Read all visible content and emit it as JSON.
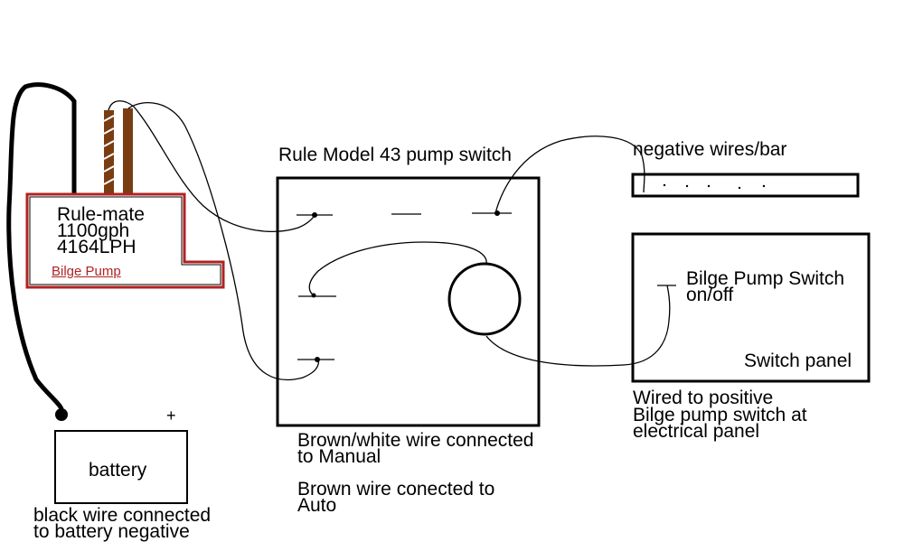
{
  "pump": {
    "model": "Rule-mate",
    "gph": "1100gph",
    "lph": "4164LPH",
    "name": "Bilge Pump"
  },
  "switch": {
    "title": "Rule Model 43 pump switch",
    "note_manual_1": "Brown/white wire connected",
    "note_manual_2": "to Manual",
    "note_auto_1": "Brown wire conected to",
    "note_auto_2": "Auto"
  },
  "negative_bar": {
    "label": "negative wires/bar"
  },
  "panel": {
    "switch_label_1": "Bilge Pump Switch",
    "switch_label_2": "on/off",
    "name": "Switch panel",
    "note_1": "Wired to positive",
    "note_2": "Bilge pump switch at",
    "note_3": "electrical panel"
  },
  "battery": {
    "label": "battery",
    "plus": "+",
    "note_1": "black wire connected",
    "note_2": "to battery negative"
  },
  "colors": {
    "brown_wire": "#7a3d12",
    "pump_border": "#b22222",
    "black": "#000000"
  }
}
